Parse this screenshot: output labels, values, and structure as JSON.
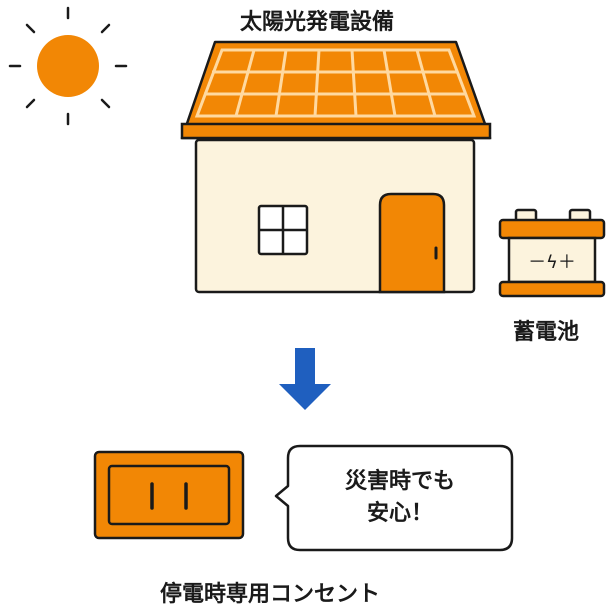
{
  "labels": {
    "solar": "太陽光発電設備",
    "battery": "蓄電池",
    "outlet": "停電時専用コンセント"
  },
  "bubble": {
    "line1": "災害時でも",
    "line2": "安心！"
  },
  "battery_terminals": "－ϟ＋",
  "colors": {
    "orange": "#f28705",
    "orange_dark": "#e07a00",
    "cream": "#fcf3dd",
    "arrow_blue": "#1f5fbf",
    "panel_line": "#ffd9a0",
    "outline": "#1a1a1a"
  }
}
